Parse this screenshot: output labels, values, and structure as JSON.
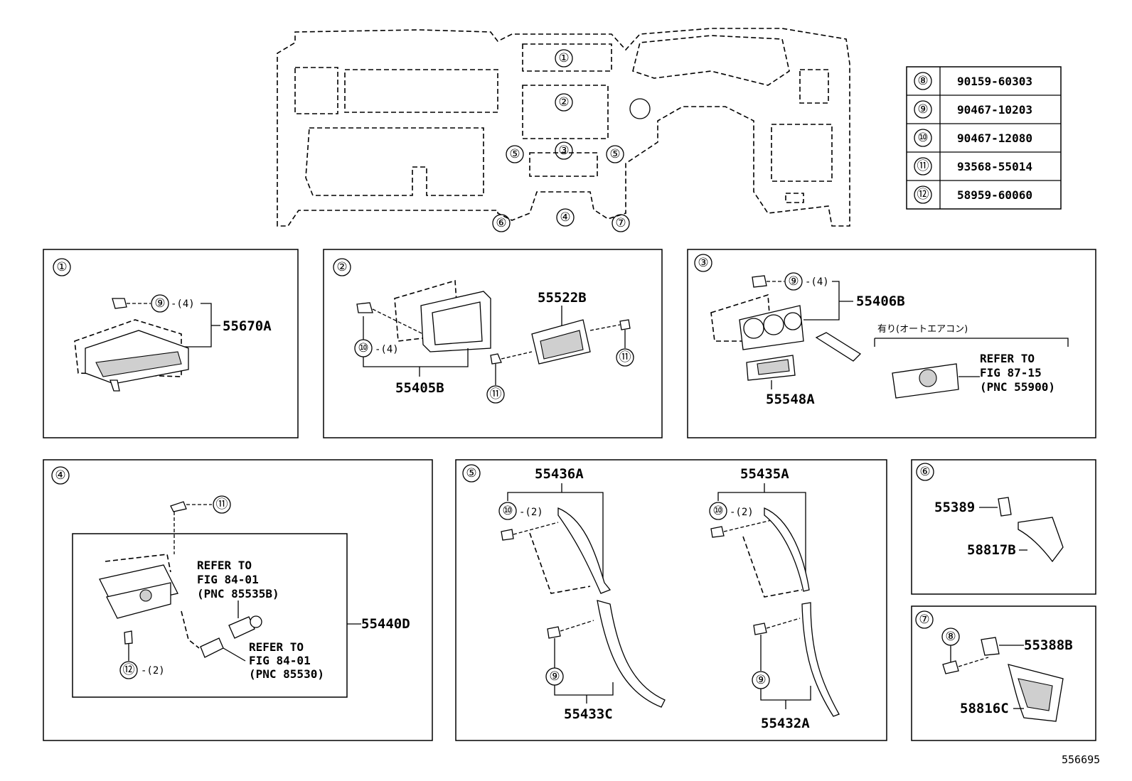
{
  "table": [
    {
      "ref": "⑧",
      "part": "90159-60303"
    },
    {
      "ref": "⑨",
      "part": "90467-10203"
    },
    {
      "ref": "⑩",
      "part": "90467-12080"
    },
    {
      "ref": "⑪",
      "part": "93568-55014"
    },
    {
      "ref": "⑫",
      "part": "58959-60060"
    }
  ],
  "overview_markers": [
    "①",
    "②",
    "③",
    "⑤",
    "⑤",
    "④",
    "⑥",
    "⑦"
  ],
  "panels": {
    "p1": {
      "num": "①",
      "qty": "-(4)",
      "c9": "⑨",
      "part": "55670A"
    },
    "p2": {
      "num": "②",
      "c10": "⑩",
      "qty": "-(4)",
      "part_frame": "55405B",
      "part_panel": "55522B",
      "c11a": "⑪",
      "c11b": "⑪"
    },
    "p3": {
      "num": "③",
      "c9": "⑨",
      "qty": "-(4)",
      "part_bezel": "55406B",
      "part_lower": "55548A",
      "alt_label": "有り(オートエアコン)",
      "refer_1": "REFER TO",
      "refer_2": "FIG 87-15",
      "refer_3": "(PNC 55900)"
    },
    "p4": {
      "num": "④",
      "c11": "⑪",
      "part": "55440D",
      "c12": "⑫",
      "qty": "-(2)",
      "refer_a1": "REFER TO",
      "refer_a2": "FIG 84-01",
      "refer_a3": "(PNC 85535B)",
      "refer_b1": "REFER TO",
      "refer_b2": "FIG 84-01",
      "refer_b3": "(PNC 85530)"
    },
    "p5": {
      "num": "⑤",
      "part_ul": "55436A",
      "part_ur": "55435A",
      "c10a": "⑩",
      "c10b": "⑩",
      "qty_a": "-(2)",
      "qty_b": "-(2)",
      "c9a": "⑨",
      "c9b": "⑨",
      "part_ll": "55433C",
      "part_lr": "55432A"
    },
    "p6": {
      "num": "⑥",
      "part_a": "55389",
      "part_b": "58817B"
    },
    "p7": {
      "num": "⑦",
      "c8": "⑧",
      "part_a": "55388B",
      "part_b": "58816C"
    }
  },
  "footer_id": "556695"
}
